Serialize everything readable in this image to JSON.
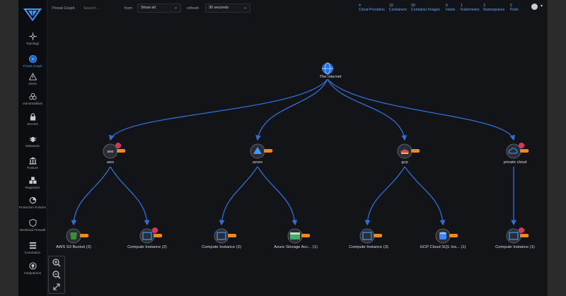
{
  "toolbar": {
    "view_name": "Threat Graph",
    "search_placeholder": "Search...",
    "from_label": "from",
    "from_value": "Show all",
    "refresh_label": "refresh",
    "refresh_value": "30 seconds"
  },
  "stats": [
    {
      "count": "4",
      "label": "Cloud Providers"
    },
    {
      "count": "18",
      "label": "Containers"
    },
    {
      "count": "30",
      "label": "Container Images"
    },
    {
      "count": "5",
      "label": "Hosts"
    },
    {
      "count": "1",
      "label": "Kubernetes"
    },
    {
      "count": "3",
      "label": "Namespaces"
    },
    {
      "count": "5",
      "label": "Pods"
    }
  ],
  "sidebar": {
    "items": [
      {
        "label": "Topology",
        "icon": "topology-icon"
      },
      {
        "label": "Threat Graph",
        "icon": "threat-graph-icon",
        "active": true
      },
      {
        "label": "Alerts",
        "icon": "alert-icon"
      },
      {
        "label": "Vulnerabilities",
        "icon": "biohazard-icon"
      },
      {
        "label": "Secrets",
        "icon": "lock-icon"
      },
      {
        "label": "Malwares",
        "icon": "bug-icon"
      },
      {
        "label": "Posture",
        "icon": "bank-icon"
      },
      {
        "label": "Registries",
        "icon": "boxes-icon"
      },
      {
        "label": "Protection Policies",
        "icon": "policy-icon"
      },
      {
        "label": "Workload Firewall",
        "icon": "shield-icon"
      },
      {
        "label": "Correlation",
        "icon": "stack-icon"
      },
      {
        "label": "Integrations",
        "icon": "plug-icon"
      }
    ]
  },
  "graph": {
    "root": {
      "label": "The Internet",
      "icon": "globe-icon"
    },
    "providers": [
      {
        "label": "aws",
        "icon": "aws-icon"
      },
      {
        "label": "azure",
        "icon": "azure-icon"
      },
      {
        "label": "gcp",
        "icon": "gcp-icon"
      },
      {
        "label": "private cloud",
        "icon": "cloud-icon"
      }
    ],
    "leaves": [
      {
        "label": "AWS S3 Bucket (2)",
        "icon": "bucket-icon"
      },
      {
        "label": "Compute Instance (2)",
        "icon": "compute-icon"
      },
      {
        "label": "Compute Instance (2)",
        "icon": "compute-icon"
      },
      {
        "label": "Azure Storage Acc... (1)",
        "icon": "storage-icon"
      },
      {
        "label": "Compute Instance (3)",
        "icon": "compute-icon"
      },
      {
        "label": "GCP Cloud SQL Ins... (1)",
        "icon": "database-icon"
      },
      {
        "label": "Compute Instance (1)",
        "icon": "compute-icon"
      }
    ]
  },
  "colors": {
    "accent": "#3f9cff",
    "edge": "#2f6fd6",
    "badge_red": "#d9365d",
    "badge_orange": "#f08a1c",
    "background": "#131417"
  }
}
